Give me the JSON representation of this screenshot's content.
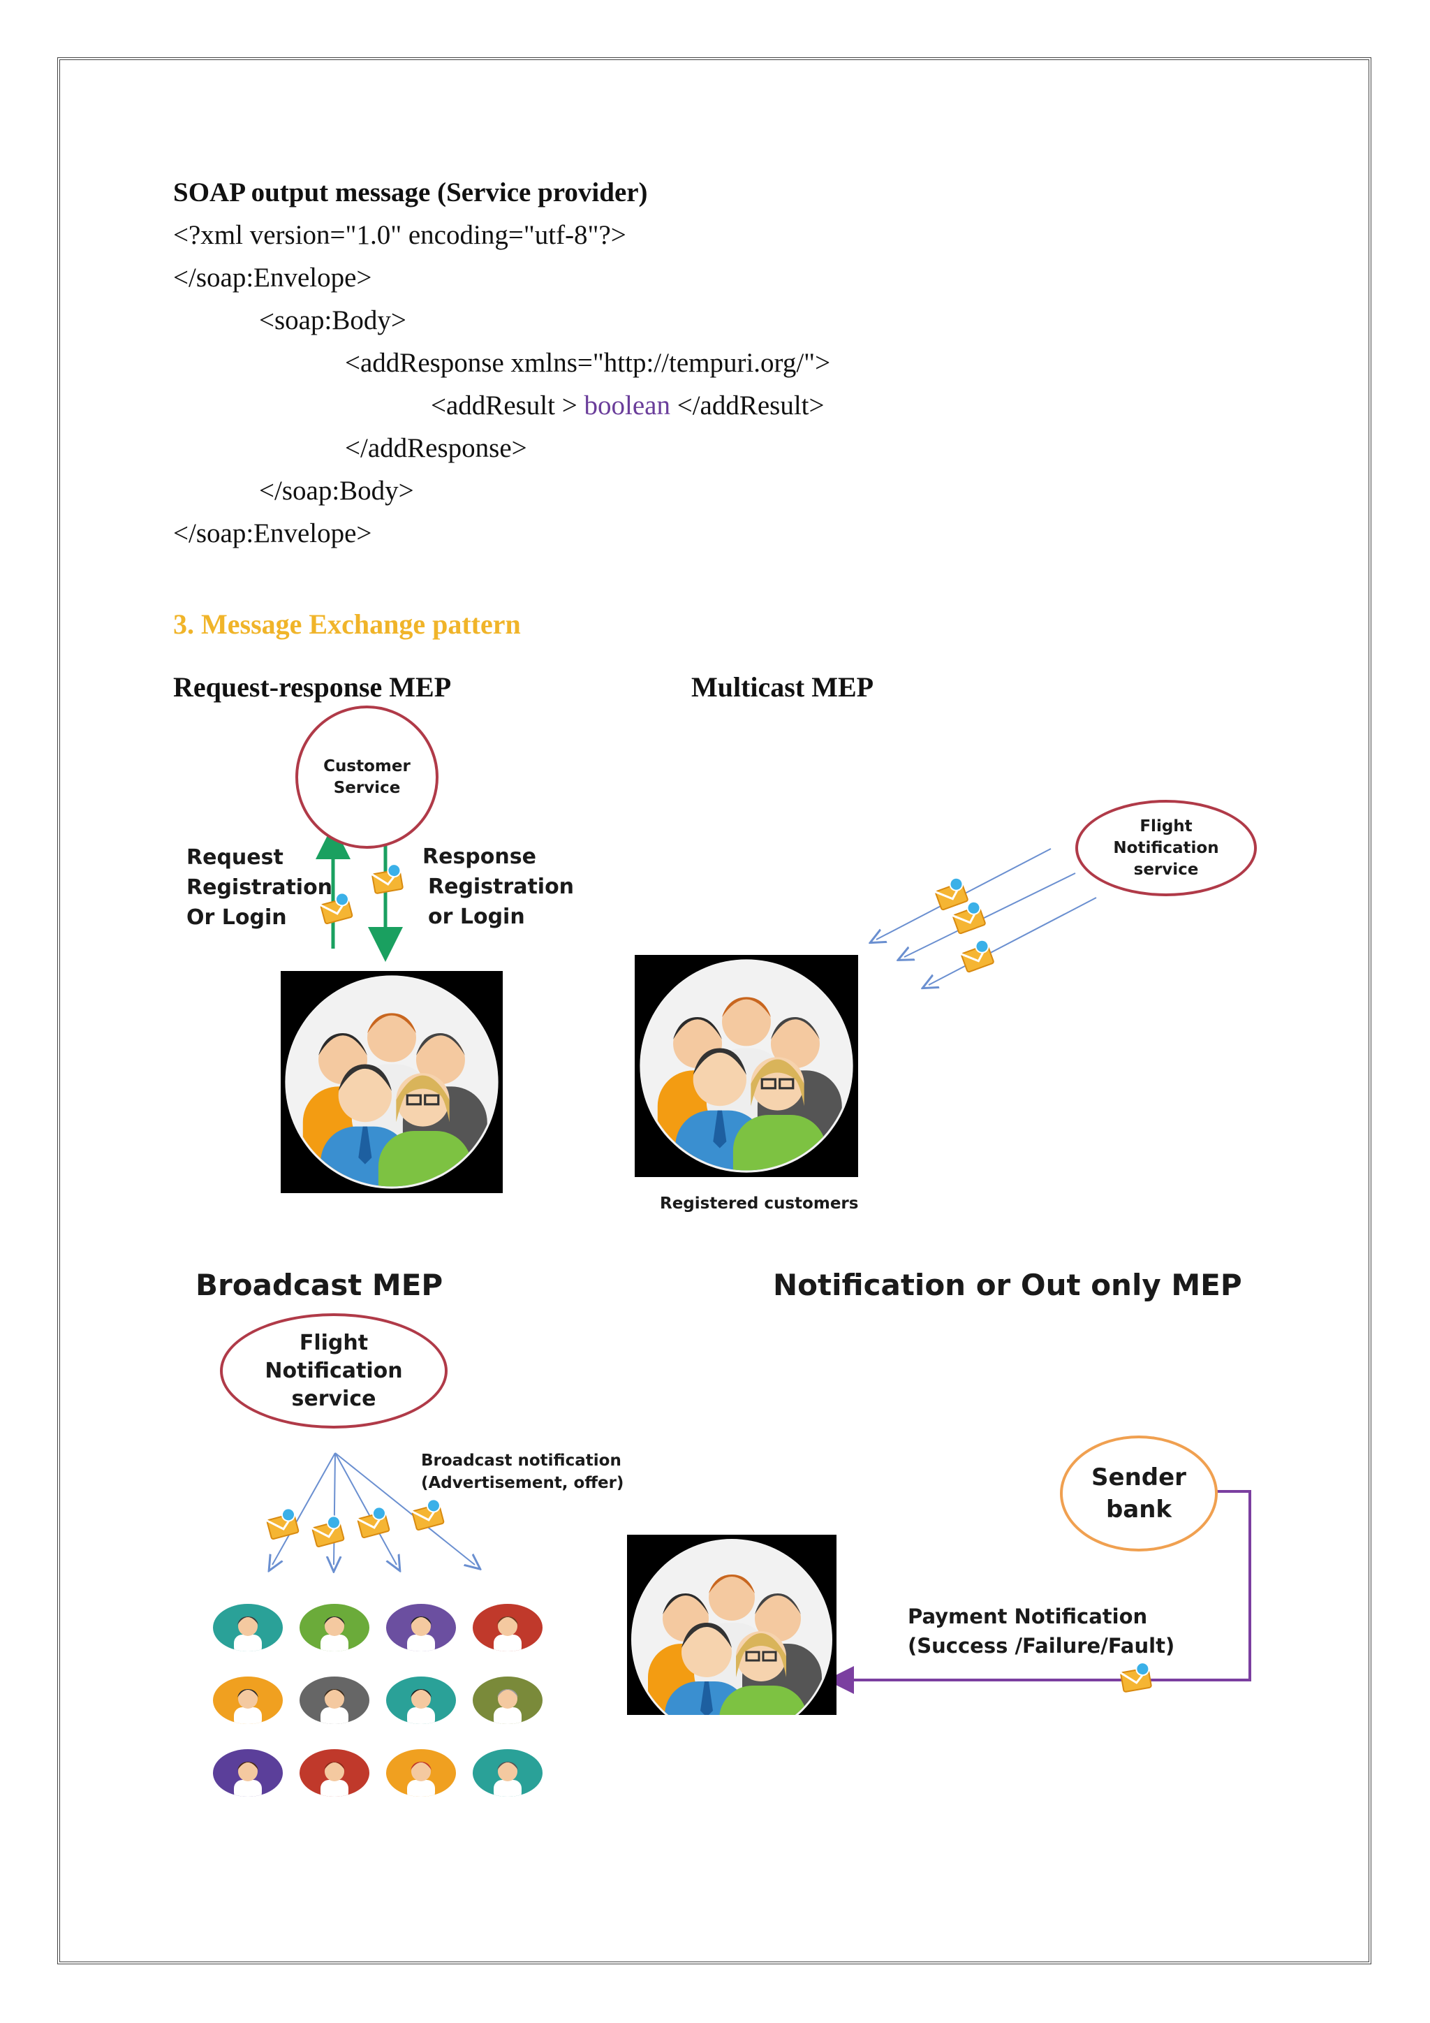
{
  "soap": {
    "heading": "SOAP output message (Service provider)",
    "lines": [
      "<?xml version=\"1.0\" encoding=\"utf-8\"?>",
      "</soap:Envelope>",
      "<soap:Body>",
      "<addResponse xmlns=\"http://tempuri.org/\">",
      "<addResult > ",
      "boolean",
      " </addResult>",
      "</addResponse>",
      "</soap:Body>",
      "</soap:Envelope>"
    ]
  },
  "section_title": "3. Message Exchange pattern",
  "request_response": {
    "title": "Request-response MEP",
    "service_line1": "Customer",
    "service_line2": "Service",
    "request_lines": [
      "Request",
      "Registration",
      "Or Login"
    ],
    "response_lines": [
      "Response",
      "Registration",
      "or Login"
    ]
  },
  "multicast": {
    "title": "Multicast MEP",
    "service_lines": [
      "Flight",
      "Notification",
      "service"
    ],
    "caption": "Registered customers"
  },
  "broadcast": {
    "title": "Broadcast MEP",
    "service_lines": [
      "Flight",
      "Notification",
      "service"
    ],
    "note_line1": "Broadcast notification",
    "note_line2": "(Advertisement, offer)"
  },
  "notification": {
    "title": "Notification or Out only MEP",
    "sender_line1": "Sender",
    "sender_line2": "bank",
    "payment_line1": "Payment Notification",
    "payment_line2": "(Success /Failure/Fault)"
  },
  "colors": {
    "section": "#f0b429",
    "oval_border": "#b03a48",
    "sender_border": "#f0a050",
    "arrow_green": "#1aa060",
    "arrow_blue": "#6a8fd0",
    "arrow_purple": "#7b3fa0",
    "keyword_purple": "#6a3d9a"
  },
  "icons": [
    "envelope-icon",
    "people-group-icon",
    "avatar-icon"
  ]
}
